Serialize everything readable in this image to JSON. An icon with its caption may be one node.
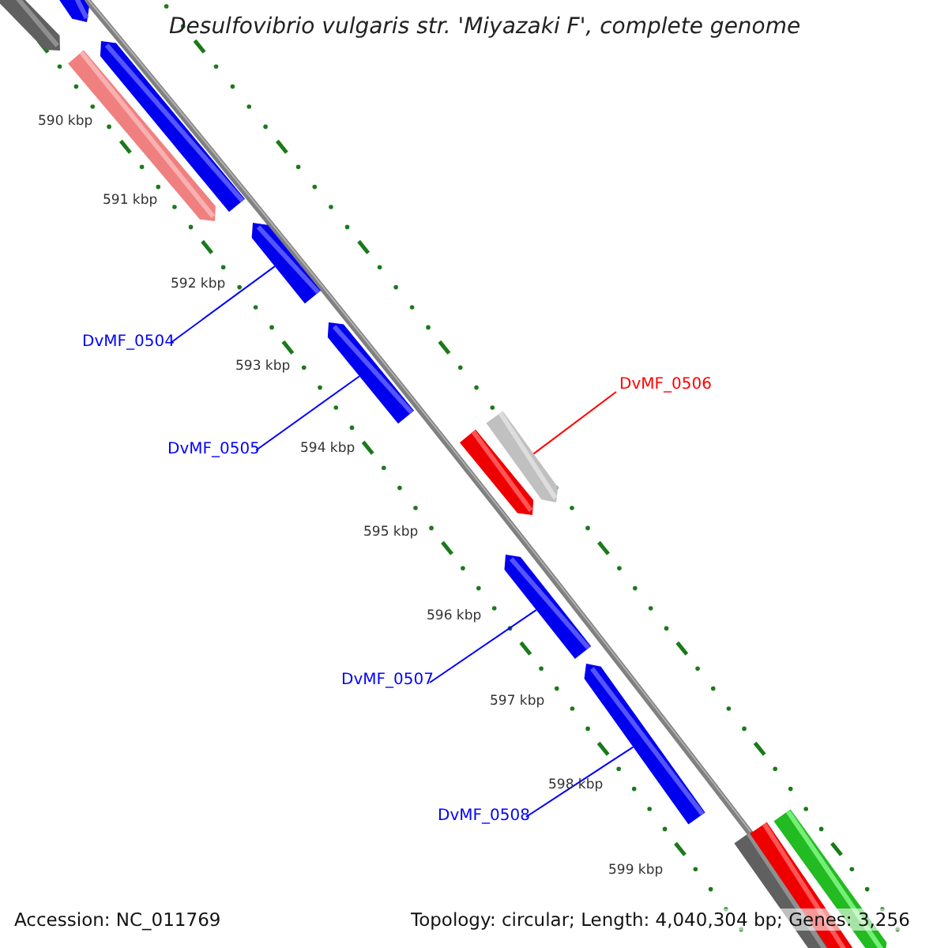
{
  "diagram": {
    "title": "Desulfovibrio vulgaris str. 'Miyazaki F', complete genome",
    "nodes": [
      {
        "text": [
          "DvMF_0504"
        ]
      },
      {
        "text": [
          "DvMF_0506"
        ]
      },
      {
        "text": [
          "DvMF_0505"
        ]
      },
      {
        "text": [
          "DvMF_0507"
        ]
      },
      {
        "text": [
          "DvMF_0508"
        ]
      },
      {
        "text": [],
        "shape": "bar"
      },
      {
        "text": [],
        "shape": "bar"
      },
      {
        "text": [],
        "shape": "bar"
      },
      {
        "text": [],
        "shape": "bar"
      },
      {
        "text": [],
        "shape": "bar"
      }
    ],
    "edges": [
      {
        "from": 0,
        "to": 5,
        "arrow": "none"
      },
      {
        "from": 1,
        "to": 7,
        "arrow": "none",
        "color": "#ff0000"
      },
      {
        "from": 2,
        "to": 6,
        "arrow": "none"
      },
      {
        "from": 3,
        "to": 8,
        "arrow": "none"
      },
      {
        "from": 4,
        "to": 9,
        "arrow": "none"
      }
    ],
    "labels": [
      "590 kbp",
      "591 kbp",
      "592 kbp",
      "593 kbp",
      "594 kbp",
      "595 kbp",
      "596 kbp",
      "597 kbp",
      "598 kbp",
      "599 kbp",
      "Accession: NC_011769",
      "Topology: circular; Length: 4,040,304 bp; Genes: 3,256"
    ]
  }
}
